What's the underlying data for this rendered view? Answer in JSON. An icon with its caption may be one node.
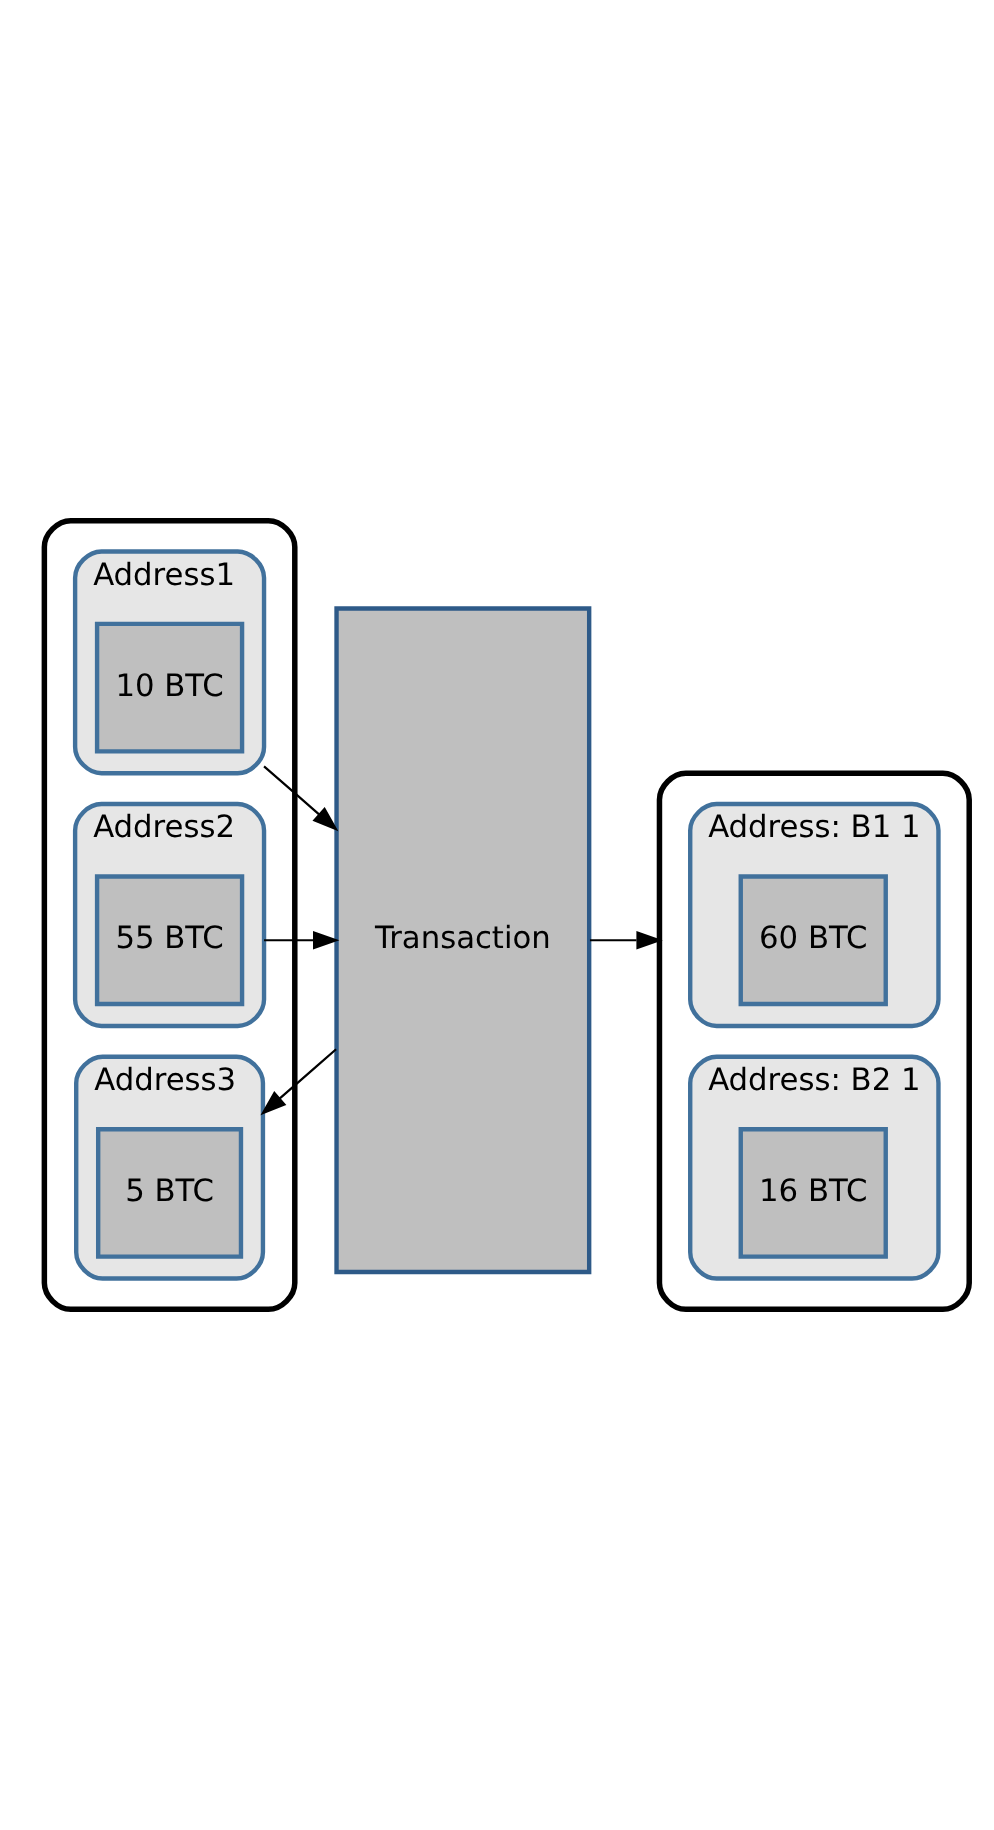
{
  "diagram": {
    "nodes": [
      {
        "text": [],
        "shape": "box"
      },
      {
        "text": [
          "Address1"
        ],
        "in": 0
      },
      {
        "text": [
          "10 BTC"
        ],
        "in": 1
      },
      {
        "text": [
          "Address2"
        ],
        "in": 0
      },
      {
        "text": [
          "55 BTC"
        ],
        "in": 3
      },
      {
        "text": [
          "Address3"
        ],
        "in": 0
      },
      {
        "text": [
          "5 BTC"
        ],
        "in": 5
      },
      {
        "text": [
          "Transaction"
        ]
      },
      {
        "text": [],
        "shape": "box"
      },
      {
        "text": [
          "Address: B1 1"
        ],
        "in": 8
      },
      {
        "text": [
          "60 BTC"
        ],
        "in": 9
      },
      {
        "text": [
          "Address: B2 1"
        ],
        "in": 8
      },
      {
        "text": [
          "16 BTC"
        ],
        "in": 11
      }
    ],
    "edges": [
      {
        "from": 1,
        "to": 7,
        "arrow": "to"
      },
      {
        "from": 3,
        "to": 7,
        "arrow": "to"
      },
      {
        "from": 7,
        "to": 5,
        "arrow": "to"
      },
      {
        "from": 7,
        "to": 8,
        "arrow": "to"
      }
    ]
  }
}
